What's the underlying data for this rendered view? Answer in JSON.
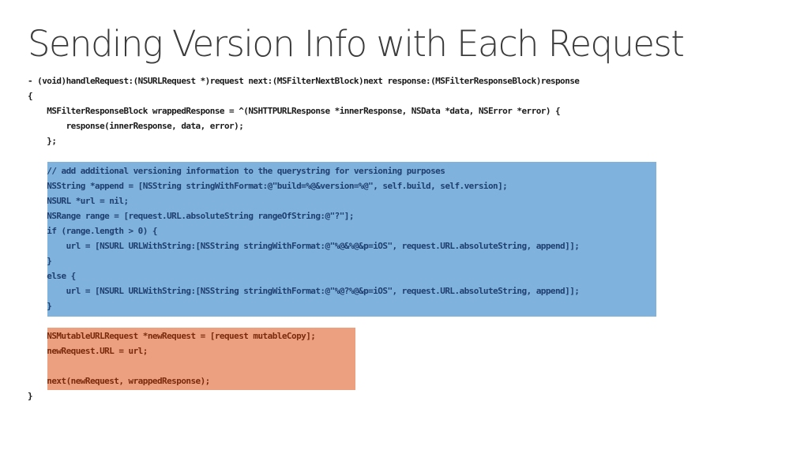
{
  "slide": {
    "title": "Sending Version Info with Each Request"
  },
  "code": {
    "lines": [
      {
        "text": "- (void)handleRequest:(NSURLRequest *)request next:(MSFilterNextBlock)next response:(MSFilterResponseBlock)response",
        "highlight": "none"
      },
      {
        "text": "{",
        "highlight": "none"
      },
      {
        "text": "    MSFilterResponseBlock wrappedResponse = ^(NSHTTPURLResponse *innerResponse, NSData *data, NSError *error) {",
        "highlight": "none"
      },
      {
        "text": "        response(innerResponse, data, error);",
        "highlight": "none"
      },
      {
        "text": "    };",
        "highlight": "none"
      },
      {
        "text": "",
        "highlight": "none"
      },
      {
        "text": "    // add additional versioning information to the querystring for versioning purposes",
        "highlight": "blue"
      },
      {
        "text": "    NSString *append = [NSString stringWithFormat:@\"build=%@&version=%@\", self.build, self.version];",
        "highlight": "blue"
      },
      {
        "text": "    NSURL *url = nil;",
        "highlight": "blue"
      },
      {
        "text": "    NSRange range = [request.URL.absoluteString rangeOfString:@\"?\"];",
        "highlight": "blue"
      },
      {
        "text": "    if (range.length > 0) {",
        "highlight": "blue"
      },
      {
        "text": "        url = [NSURL URLWithString:[NSString stringWithFormat:@\"%@&%@&p=iOS\", request.URL.absoluteString, append]];",
        "highlight": "blue"
      },
      {
        "text": "    }",
        "highlight": "blue"
      },
      {
        "text": "    else {",
        "highlight": "blue"
      },
      {
        "text": "        url = [NSURL URLWithString:[NSString stringWithFormat:@\"%@?%@&p=iOS\", request.URL.absoluteString, append]];",
        "highlight": "blue"
      },
      {
        "text": "    }",
        "highlight": "blue"
      },
      {
        "text": "",
        "highlight": "none"
      },
      {
        "text": "    NSMutableURLRequest *newRequest = [request mutableCopy];",
        "highlight": "orange"
      },
      {
        "text": "    newRequest.URL = url;",
        "highlight": "orange"
      },
      {
        "text": "",
        "highlight": "orange"
      },
      {
        "text": "    next(newRequest, wrappedResponse);",
        "highlight": "orange"
      },
      {
        "text": "}",
        "highlight": "none"
      }
    ]
  },
  "colors": {
    "blue_highlight": "#7fb2dc",
    "orange_highlight": "#eda07f",
    "title_text": "#3b3b3b"
  }
}
